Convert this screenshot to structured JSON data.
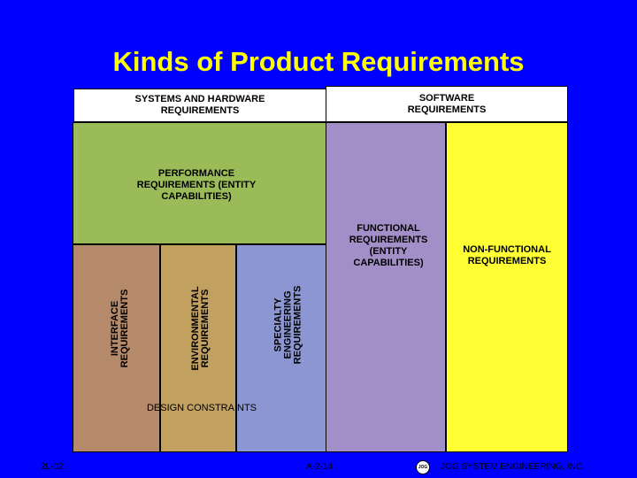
{
  "title": "Kinds of Product Requirements",
  "headers": {
    "systems": "SYSTEMS AND HARDWARE REQUIREMENTS",
    "software": "SOFTWARE REQUIREMENTS"
  },
  "regions": {
    "performance": "PERFORMANCE REQUIREMENTS (ENTITY CAPABILITIES)",
    "functional": "FUNCTIONAL REQUIREMENTS (ENTITY CAPABILITIES)",
    "non_functional": "NON-FUNCTIONAL REQUIREMENTS",
    "interface": "INTERFACE REQUIREMENTS",
    "environmental": "ENVIRONMENTAL REQUIREMENTS",
    "specialty": "SPECIALTY ENGINEERING REQUIREMENTS",
    "design_constraints": "DESIGN CONSTRAINTS"
  },
  "footer": {
    "left": "2L-02",
    "center": "A-2-14",
    "logo": "JOG",
    "right": "JOG SYSTEM ENGINEERING, INC."
  },
  "colors": {
    "background": "#0000ff",
    "title": "#ffff00",
    "performance": "#9bbb59",
    "design_constraints": "#8f8fd8",
    "functional": "#a38fc8",
    "non_functional": "#ffff33",
    "interface": "#b58a6a",
    "environmental": "#c2a060",
    "specialty": "#8c96d2"
  }
}
